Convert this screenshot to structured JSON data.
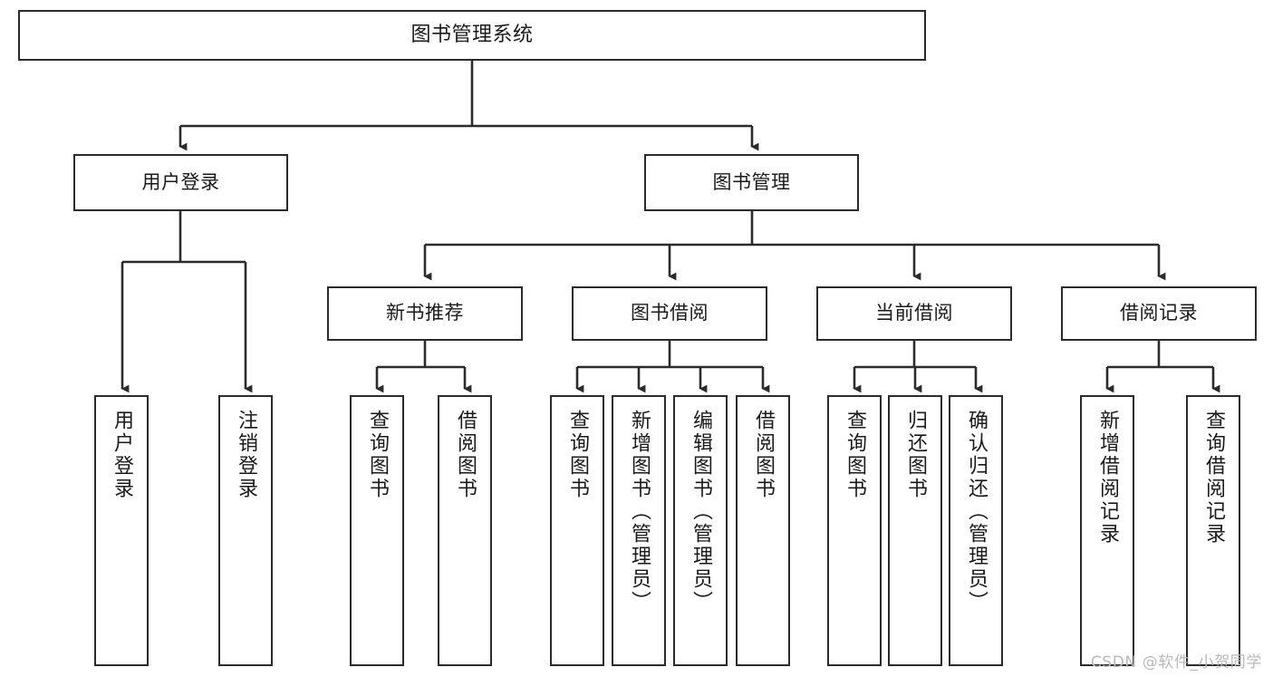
{
  "diagram": {
    "type": "tree",
    "title": "图书管理系统",
    "orientation": "top-down",
    "colors": {
      "box_border": "#2b2b2b",
      "box_fill": "#ffffff",
      "edge": "#2b2b2b",
      "text": "#1a1a1a",
      "watermark": "#b9b9b9",
      "background": "#ffffff"
    }
  },
  "watermark": {
    "text": "CSDN @软件_小贺同学"
  },
  "nodes": {
    "root": {
      "label": "图书管理系统"
    },
    "level2": [
      {
        "label": "用户登录"
      },
      {
        "label": "图书管理"
      }
    ],
    "level3": [
      {
        "label": "新书推荐"
      },
      {
        "label": "图书借阅"
      },
      {
        "label": "当前借阅"
      },
      {
        "label": "借阅记录"
      }
    ],
    "leaves": {
      "user_login": [
        {
          "label": "用户登录"
        },
        {
          "label": "注销登录"
        }
      ],
      "new_book_recommend": [
        {
          "label": "查询图书"
        },
        {
          "label": "借阅图书"
        }
      ],
      "book_borrow": [
        {
          "label": "查询图书"
        },
        {
          "label": "新增图书（管理员）"
        },
        {
          "label": "编辑图书（管理员）"
        },
        {
          "label": "借阅图书"
        }
      ],
      "current_borrow": [
        {
          "label": "查询图书"
        },
        {
          "label": "归还图书"
        },
        {
          "label": "确认归还（管理员）"
        }
      ],
      "borrow_record": [
        {
          "label": "新增借阅记录"
        },
        {
          "label": "查询借阅记录"
        }
      ]
    }
  }
}
